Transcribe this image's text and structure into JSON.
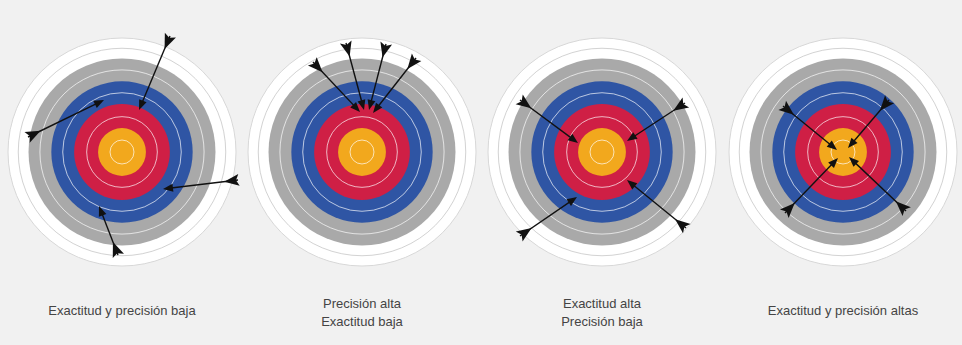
{
  "diagram": {
    "labels": [
      "Exactitud y precisión baja",
      "Precisión alta",
      "Exactitud baja",
      "Exactitud alta",
      "Precisión baja",
      "Exactitud y precisión altas"
    ]
  }
}
